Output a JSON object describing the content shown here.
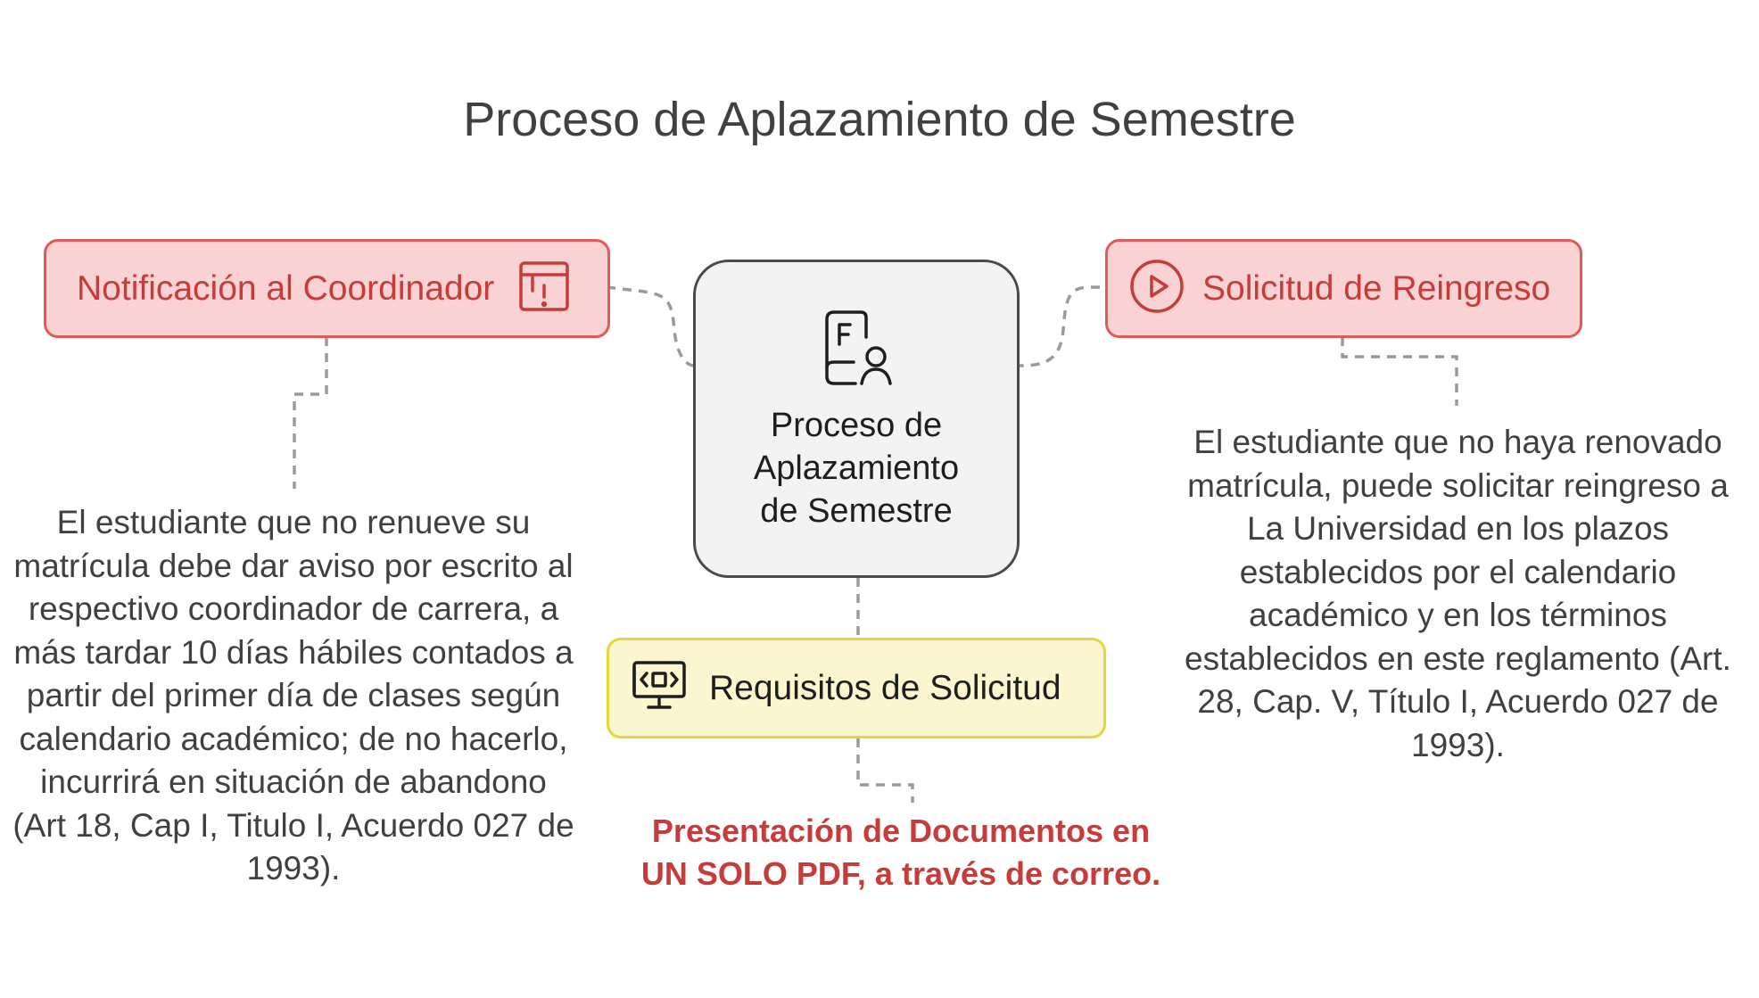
{
  "title": "Proceso de Aplazamiento de Semestre",
  "center_node": {
    "label": "Proceso de Aplazamiento de Semestre",
    "icon": "form-user-icon",
    "color": "#f3f3f3"
  },
  "nodes": {
    "notificacion": {
      "label": "Notificación al Coordinador",
      "icon": "alert-window-icon",
      "description": "El estudiante que no renueve su matrícula debe dar aviso por escrito al respectivo coordinador de carrera, a más tardar 10 días hábiles contados a partir del primer día de clases según calendario académico; de no hacerlo, incurrirá en situación de abandono\n(Art 18, Cap I, Titulo I, Acuerdo 027 de 1993).",
      "color": "#f9d3d3"
    },
    "reingreso": {
      "label": "Solicitud de Reingreso",
      "icon": "play-circle-icon",
      "description": "El estudiante que no haya renovado matrícula, puede solicitar reingreso a La Universidad en los plazos establecidos por el calendario académico y en los términos establecidos en este reglamento (Art. 28, Cap. V,  Título I, Acuerdo 027 de 1993).",
      "color": "#f9d3d3"
    },
    "requisitos": {
      "label": "Requisitos de Solicitud",
      "icon": "monitor-code-icon",
      "description": "Presentación de Documentos en UN SOLO PDF, a través de correo.",
      "color": "#fbf6cf"
    }
  },
  "colors": {
    "red_accent": "#c73b3b",
    "red_border": "#e05a5a",
    "yellow_border": "#e5d63a",
    "connector": "#9a9a9a",
    "text": "#404040"
  }
}
